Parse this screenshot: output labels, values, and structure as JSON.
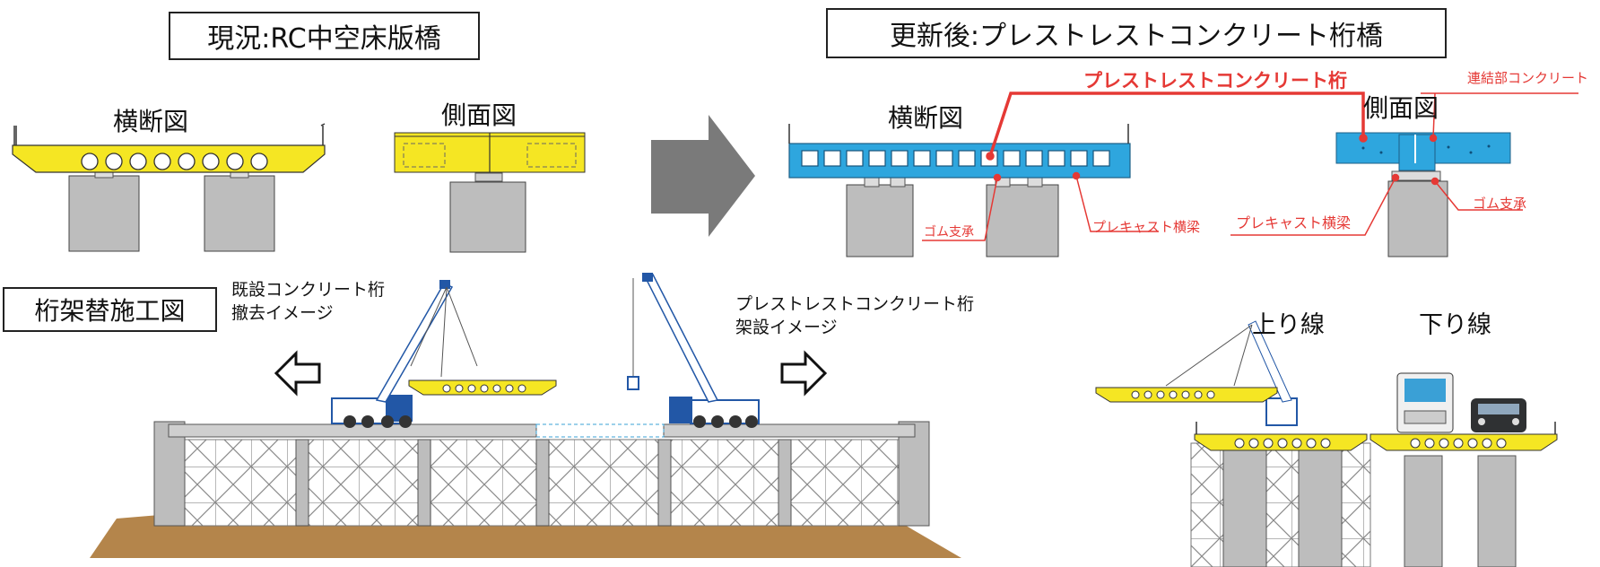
{
  "top_left": {
    "title": "現況:RC中空床版橋",
    "cross_section_label": "横断図",
    "side_view_label": "側面図"
  },
  "top_right": {
    "title": "更新後:プレストレストコンクリート桁橋",
    "cross_section_label": "横断図",
    "side_view_label": "側面図",
    "callout_pc_girder": "プレストレストコンクリート桁",
    "callout_connecting_concrete": "連結部コンクリート",
    "callout_rubber_bearing_left": "ゴム支承",
    "callout_precast_crossbeam_left": "プレキャスト横梁",
    "callout_precast_crossbeam_right": "プレキャスト横梁",
    "callout_rubber_bearing_right": "ゴム支承"
  },
  "bottom_left": {
    "title": "桁架替施工図",
    "removal_caption_line1": "既設コンクリート桁",
    "removal_caption_line2": "撤去イメージ",
    "erection_caption_line1": "プレストレストコンクリート桁",
    "erection_caption_line2": "架設イメージ"
  },
  "bottom_right": {
    "up_line_label": "上り線",
    "down_line_label": "下り線"
  },
  "colors": {
    "yellow_slab": "#f5e623",
    "blue_girder": "#2ea6de",
    "pier_gray": "#bdbdbd",
    "arrow_gray": "#7a7a7a",
    "callout_red": "#e53935",
    "soil_brown": "#b4854b",
    "crane_blue": "#2257a6"
  }
}
